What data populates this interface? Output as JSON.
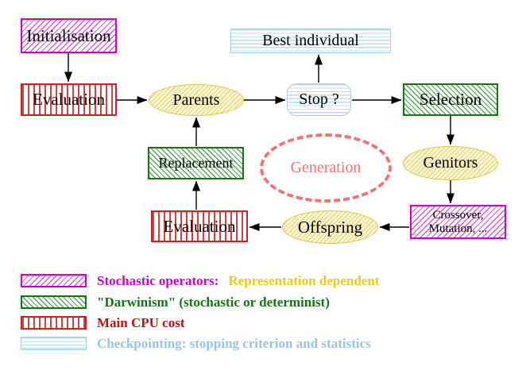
{
  "nodes": {
    "initialisation": "Initialisation",
    "evaluation_top": "Evaluation",
    "parents": "Parents",
    "best_individual": "Best individual",
    "stop": "Stop ?",
    "selection": "Selection",
    "genitors": "Genitors",
    "crossover_line1": "Crossover,",
    "crossover_line2": "Mutation, ...",
    "offspring": "Offspring",
    "evaluation_bottom": "Evaluation",
    "replacement": "Replacement",
    "generation": "Generation"
  },
  "legend": {
    "rows": [
      {
        "swatch": "magenta-diagonal-hatch",
        "label": "Stochastic operators:",
        "label_secondary": "Representation dependent"
      },
      {
        "swatch": "green-diagonal-hatch",
        "label": "\"Darwinism\" (stochastic or determinist)"
      },
      {
        "swatch": "red-vertical-stripes",
        "label": "Main CPU cost"
      },
      {
        "swatch": "cyan-horizontal-stripes",
        "label": "Checkpointing: stopping criterion and statistics"
      }
    ]
  },
  "colors": {
    "magenta": "#cc00cc",
    "magenta_hatch": "#d95ad9",
    "green": "#117711",
    "green_hatch": "#5aa35a",
    "green_text": "#117711",
    "red": "#cc2222",
    "red_hatch": "#cc4444",
    "red_text": "#bb1111",
    "cyan_border": "#a8cfe0",
    "cyan_hatch": "#bddcec",
    "cyan_text": "#9ac4e4",
    "yellow_border": "#dfc549",
    "yellow_hatch": "#ecd98d",
    "yellow_base": "#fcf7d4",
    "salmon": "#ee7373",
    "gold": "#edc821",
    "arrow": "#000000"
  }
}
